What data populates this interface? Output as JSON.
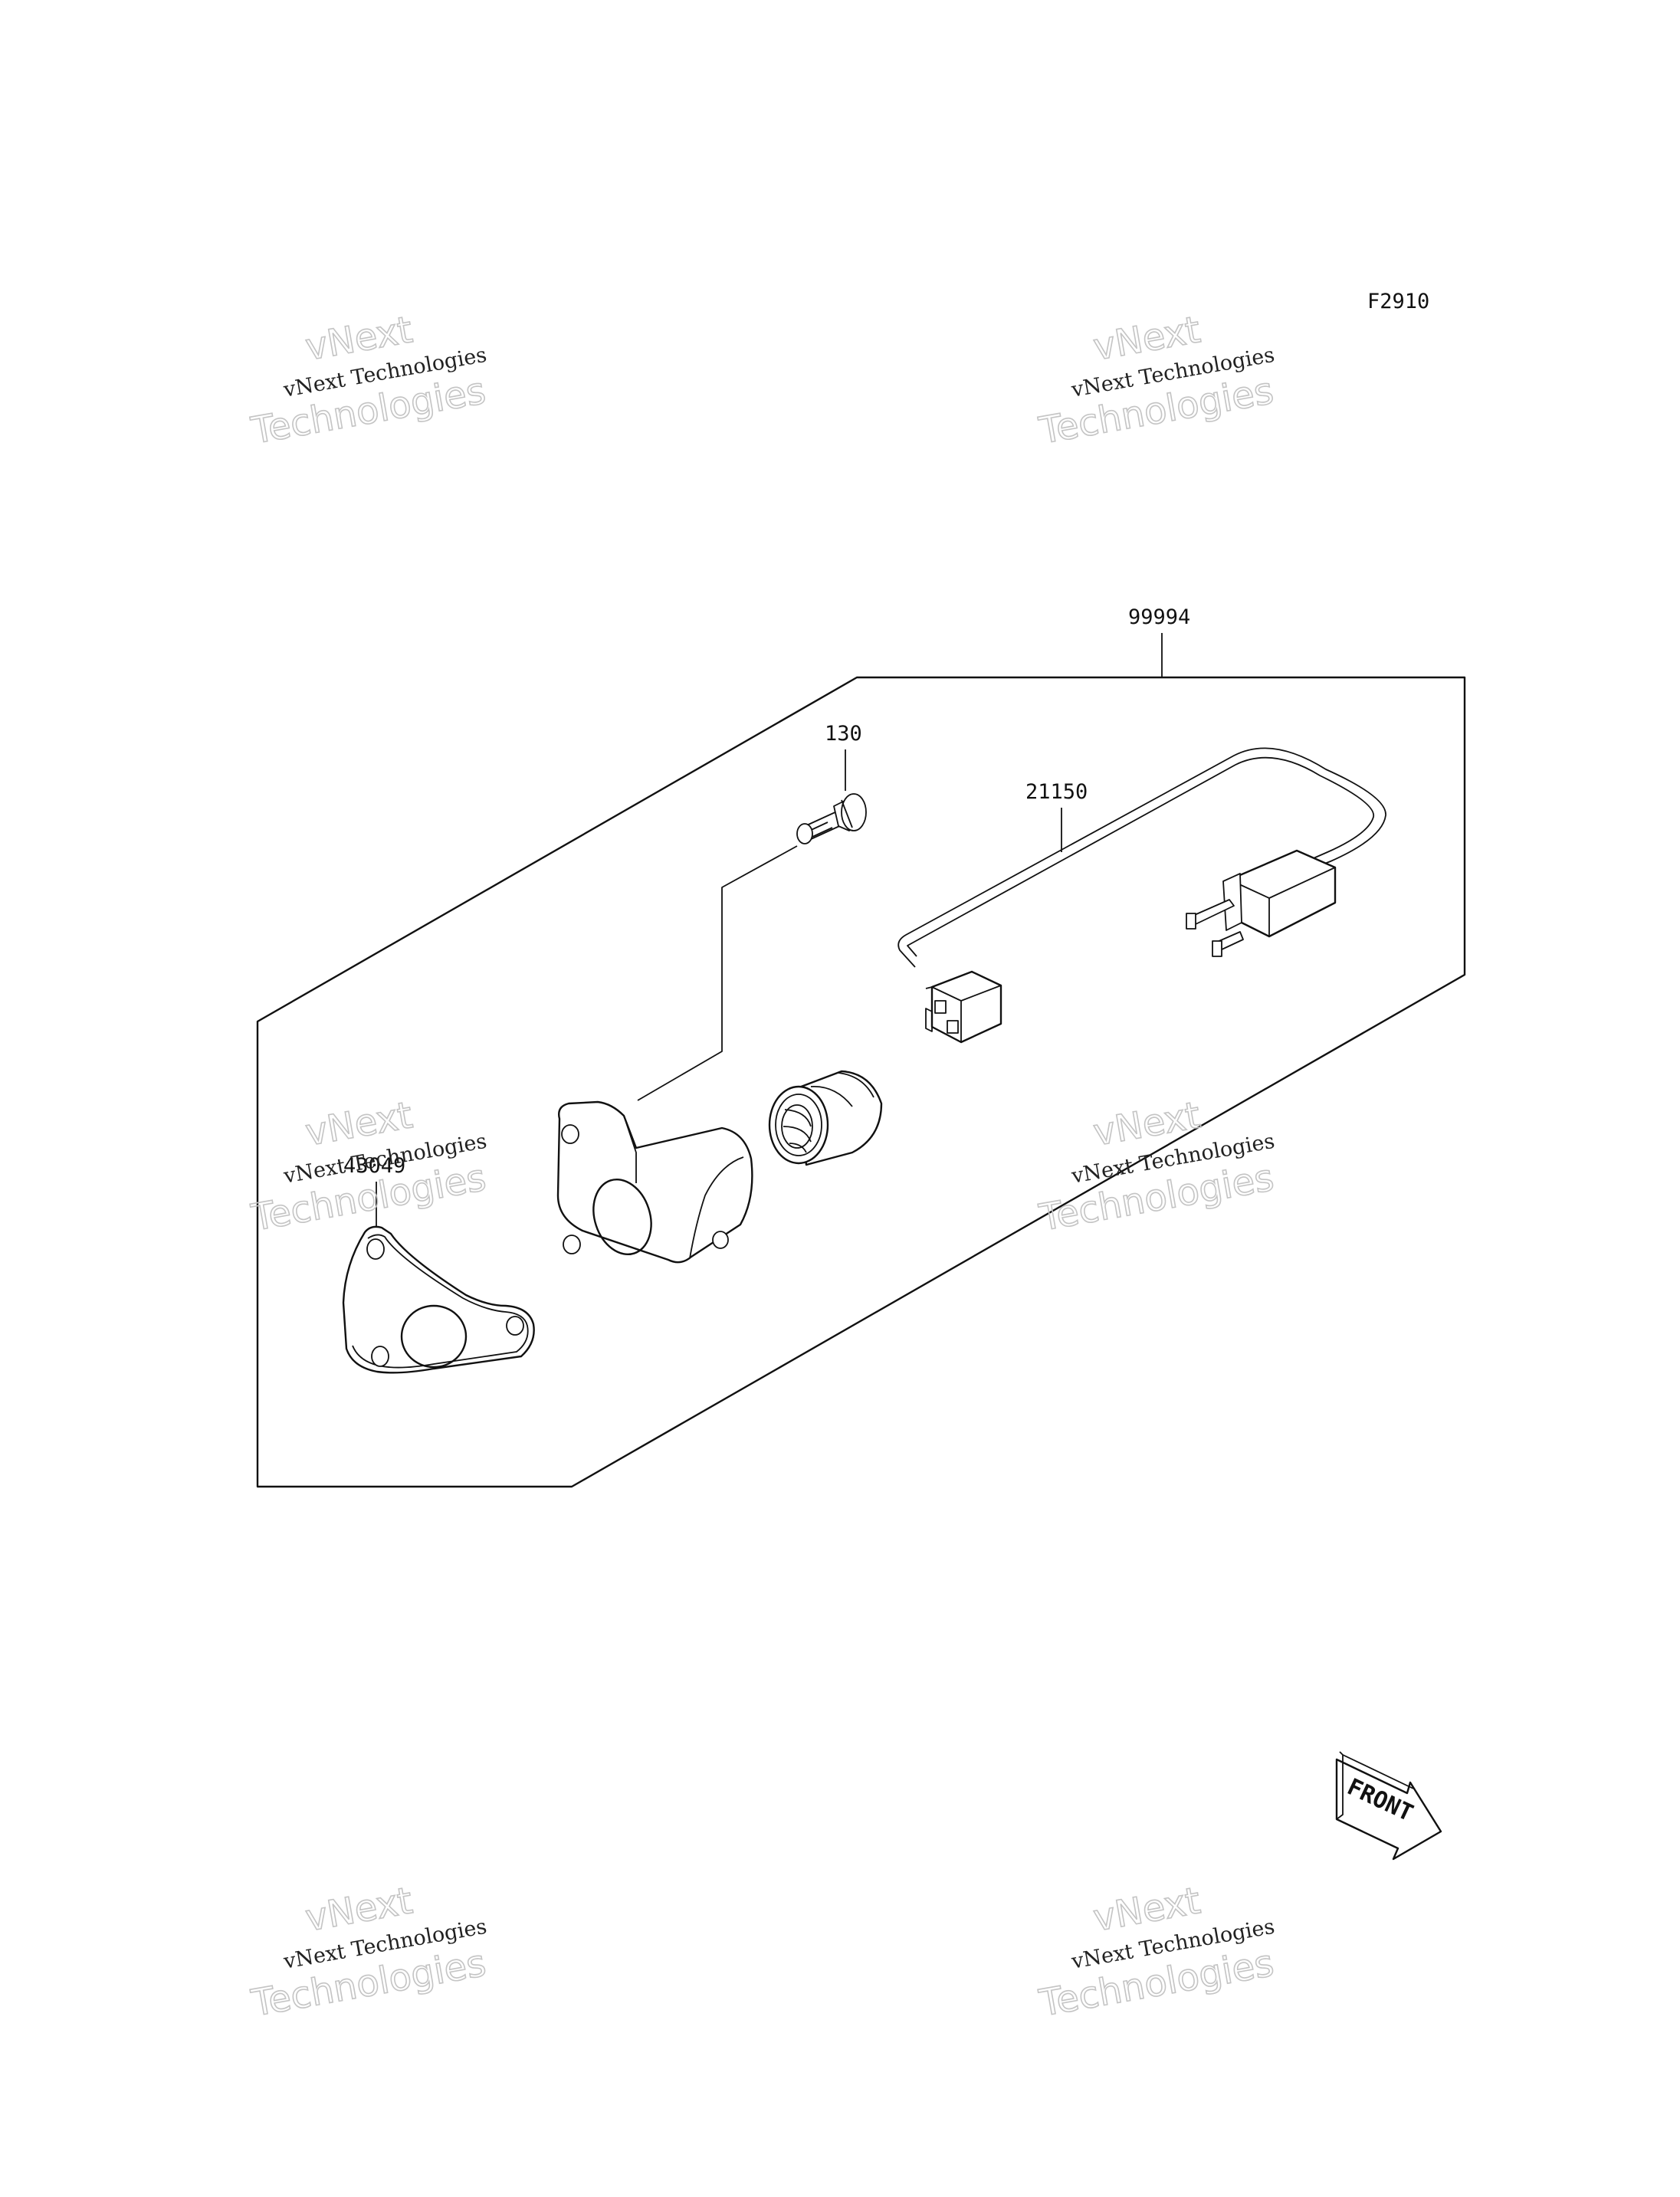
{
  "figure_code": "F2910",
  "callouts": {
    "kit": "99994",
    "bolt": "130",
    "harness": "21150",
    "gasket": "43049"
  },
  "watermark": {
    "line1": "vNext Technologies",
    "line2a": "vNext",
    "line2b": "Technologies"
  },
  "direction_marker": "FRONT"
}
